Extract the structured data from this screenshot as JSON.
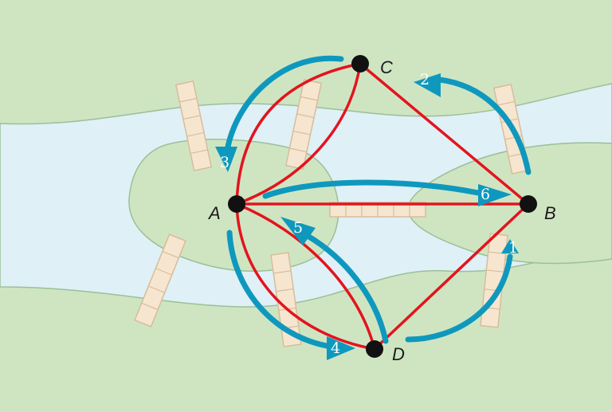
{
  "nodes": [
    {
      "id": "A",
      "label": "A"
    },
    {
      "id": "B",
      "label": "B"
    },
    {
      "id": "C",
      "label": "C"
    },
    {
      "id": "D",
      "label": "D"
    }
  ],
  "edges": [
    {
      "from": "A",
      "to": "B"
    },
    {
      "from": "A",
      "to": "C"
    },
    {
      "from": "A",
      "to": "C"
    },
    {
      "from": "A",
      "to": "D"
    },
    {
      "from": "A",
      "to": "D"
    },
    {
      "from": "C",
      "to": "B"
    },
    {
      "from": "D",
      "to": "B"
    }
  ],
  "route": [
    {
      "step": "1",
      "from": "D",
      "to": "B"
    },
    {
      "step": "2",
      "from": "B",
      "to": "C"
    },
    {
      "step": "3",
      "from": "C",
      "to": "A"
    },
    {
      "step": "4",
      "from": "A",
      "to": "D"
    },
    {
      "step": "5",
      "from": "D",
      "to": "A"
    },
    {
      "step": "6",
      "from": "A",
      "to": "B"
    }
  ],
  "colors": {
    "land": "#cfe5c2",
    "river": "#dff0f7",
    "bank": "#9cbf98",
    "bridge": "#f6e6d0",
    "bridge_edge": "#d8bc9a",
    "edge": "#e3141e",
    "node": "#111111",
    "arrow": "#0f98bd"
  }
}
